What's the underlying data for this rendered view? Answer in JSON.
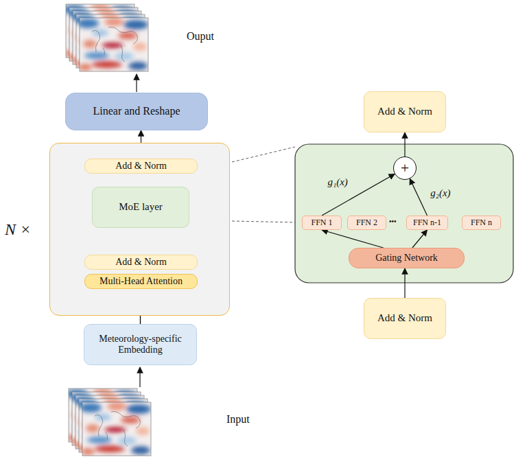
{
  "diagram": {
    "nodes": [
      {
        "text": [
          "Linear and Reshape"
        ]
      },
      {
        "text": [
          "N ×"
        ]
      },
      {
        "text": [
          "Add & Norm"
        ],
        "in": 1
      },
      {
        "text": [
          "MoE layer"
        ],
        "in": 1
      },
      {
        "text": [
          "Add & Norm"
        ],
        "in": 1
      },
      {
        "text": [
          "Multi-Head Attention"
        ],
        "in": 1
      },
      {
        "text": [
          "Meteorology-specific Embedding"
        ]
      },
      {
        "text": [
          "Add & Norm"
        ]
      },
      {
        "text": [
          "+"
        ]
      },
      {
        "text": [
          "FFN 1"
        ]
      },
      {
        "text": [
          "FFN 2"
        ]
      },
      {
        "text": [
          "FFN n-1"
        ]
      },
      {
        "text": [
          "FFN n"
        ]
      },
      {
        "text": [
          "Gating Network"
        ]
      },
      {
        "text": [
          "Add & Norm"
        ]
      }
    ],
    "edges": [
      {
        "from": 14,
        "to": 13,
        "arrow": "to"
      },
      {
        "from": 13,
        "to": 9,
        "arrow": "to"
      },
      {
        "from": 13,
        "to": 11,
        "arrow": "to"
      },
      {
        "from": 9,
        "to": 8,
        "arrow": "to",
        "label": "g₁(x)"
      },
      {
        "from": 11,
        "to": 8,
        "arrow": "to",
        "label": "g₂(x)"
      },
      {
        "from": 8,
        "to": 7,
        "arrow": "to"
      },
      {
        "from": 6,
        "to": 5,
        "arrow": "to"
      },
      {
        "from": 6,
        "to": 4,
        "arrow": "to"
      },
      {
        "from": 4,
        "to": 3,
        "arrow": "to"
      },
      {
        "from": 3,
        "to": 2,
        "arrow": "to"
      },
      {
        "from": 4,
        "to": 2,
        "arrow": "to"
      },
      {
        "from": 2,
        "to": 0,
        "arrow": "to"
      }
    ],
    "labels": [
      "Ouput",
      "Input",
      "•••"
    ]
  }
}
